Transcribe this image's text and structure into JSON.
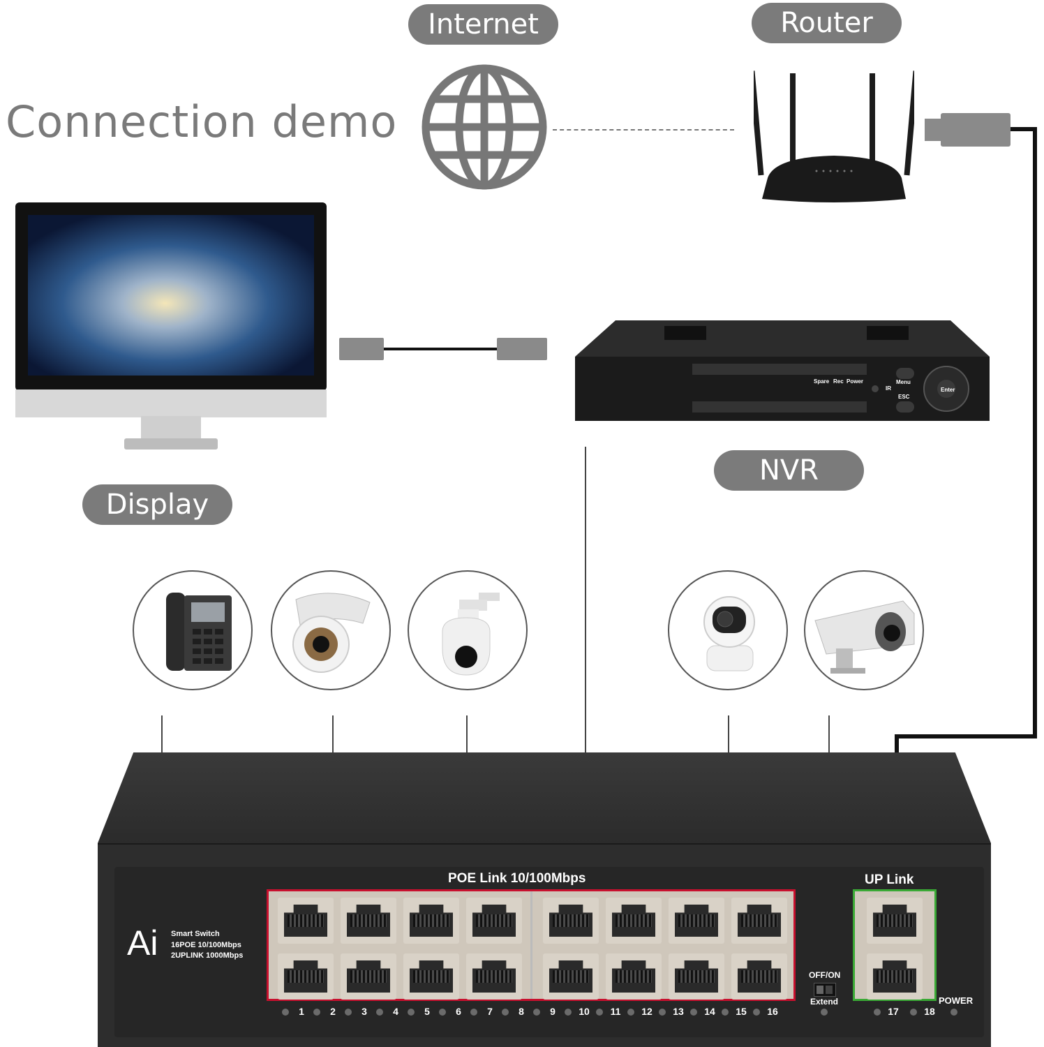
{
  "diagram": {
    "title": "Connection demo",
    "labels": {
      "internet": "Internet",
      "router": "Router",
      "display": "Display",
      "nvr": "NVR"
    }
  },
  "nvr_panel": {
    "spare": "Spare",
    "rec": "Rec",
    "power": "Power",
    "menu": "Menu",
    "esc": "ESC",
    "enter": "Enter",
    "ir": "IR"
  },
  "switch": {
    "brand": "Ai",
    "model_line1": "Smart Switch",
    "model_line2": "16POE 10/100Mbps",
    "model_line3": "2UPLINK 1000Mbps",
    "poe_label": "POE Link 10/100Mbps",
    "uplink_label": "UP Link",
    "dip_label_top": "OFF/ON",
    "dip_label_bottom": "Extend",
    "power_label": "POWER",
    "port_numbers": [
      "1",
      "2",
      "3",
      "4",
      "5",
      "6",
      "7",
      "8",
      "9",
      "10",
      "11",
      "12",
      "13",
      "14",
      "15",
      "16",
      "17",
      "18"
    ]
  },
  "colors": {
    "pill": "#7b7b7b",
    "poe_frame": "#c8102e",
    "uplink_frame": "#3aa935",
    "switch_body": "#2d2d2d"
  },
  "icons": [
    "globe-icon",
    "router-icon",
    "monitor-icon",
    "nvr-icon",
    "ip-phone-icon",
    "dome-camera-icon",
    "ptz-camera-icon",
    "home-camera-icon",
    "bullet-camera-icon",
    "ethernet-cable-icon"
  ]
}
